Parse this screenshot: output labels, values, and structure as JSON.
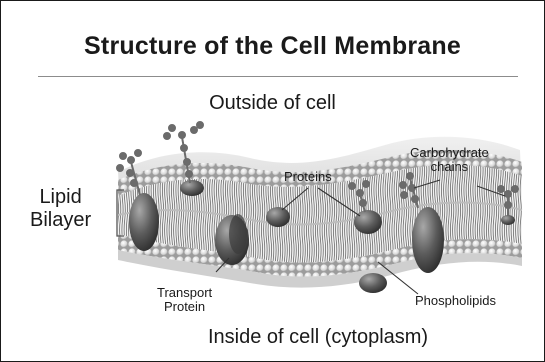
{
  "title": "Structure of the Cell Membrane",
  "labels": {
    "outside": "Outside of cell",
    "inside": "Inside of cell (cytoplasm)",
    "lipid_line1": "Lipid",
    "lipid_line2": "Bilayer",
    "proteins": "Proteins",
    "carbohydrate_line1": "Carbohydrate",
    "carbohydrate_line2": "chains",
    "transport_line1": "Transport",
    "transport_line2": "Protein",
    "phospholipids": "Phospholipids"
  }
}
